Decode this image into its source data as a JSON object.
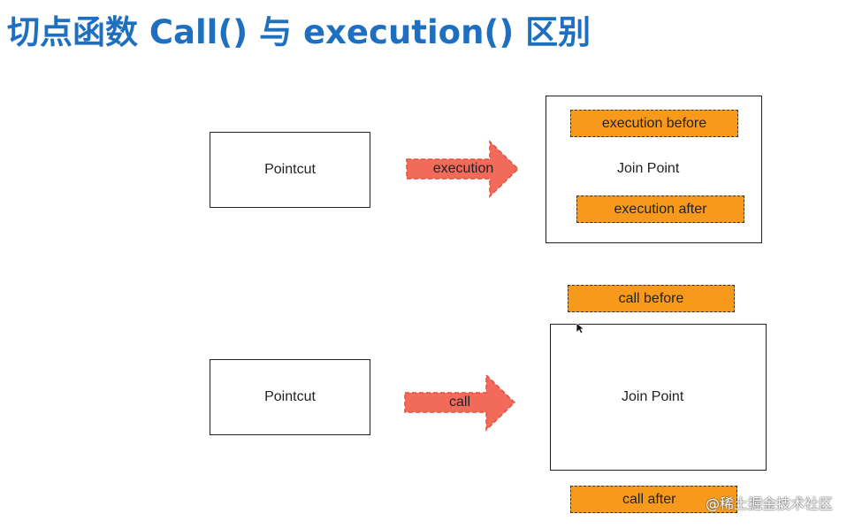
{
  "title": "切点函数 Call() 与 execution() 区别",
  "colors": {
    "title": "#1f6fc0",
    "advice_fill": "#f79a1b",
    "arrow_fill": "#f26a5a"
  },
  "execution_section": {
    "pointcut_label": "Pointcut",
    "arrow_label": "execution",
    "join_point_label": "Join Point",
    "before_label": "execution before",
    "after_label": "execution after"
  },
  "call_section": {
    "pointcut_label": "Pointcut",
    "arrow_label": "call",
    "join_point_label": "Join Point",
    "before_label": "call before",
    "after_label": "call after"
  },
  "watermark": "@稀土掘金技术社区"
}
